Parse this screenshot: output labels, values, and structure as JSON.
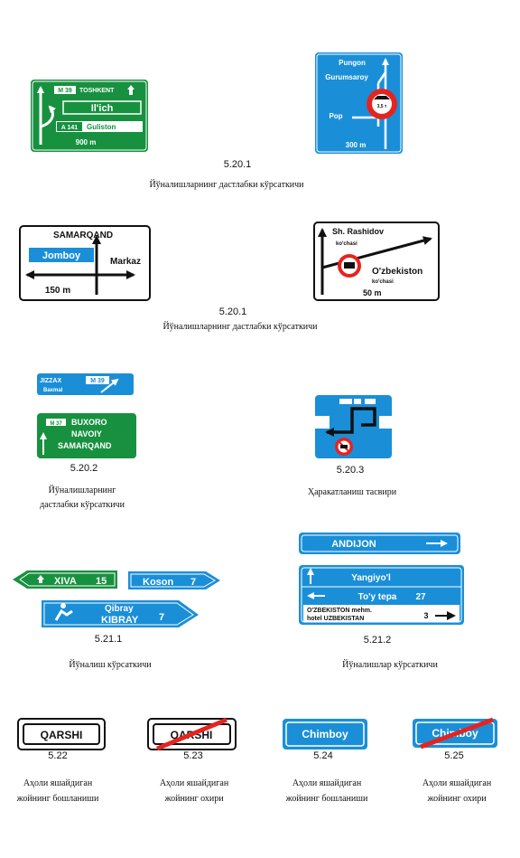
{
  "colors": {
    "green": "#17913f",
    "blue": "#1a8fd8",
    "red": "#e52420",
    "black": "#111111",
    "white": "#ffffff"
  },
  "sign_5_20_1_green": {
    "route1": "M 39",
    "dest1": "TOSHKENT",
    "dest2": "Il'ich",
    "route2": "A 141",
    "dest3": "Guliston",
    "distance": "900 m",
    "icons": [
      "airport-icon"
    ]
  },
  "sign_5_20_1_blue": {
    "dest1": "Pungon",
    "dest2": "Gurumsaroy",
    "dest3": "Pop",
    "restriction": "3,5 т",
    "distance": "300 m"
  },
  "sign_5_20_1_white": {
    "dest1": "SAMARQAND",
    "dest2": "Jomboy",
    "dest3": "Markaz",
    "distance": "150 m"
  },
  "sign_5_20_1_white2": {
    "dest1": "Sh. Rashidov",
    "dest1_sub": "ko'chasi",
    "dest2": "O'zbekiston",
    "dest2_sub": "ko'chasi",
    "distance": "50 m"
  },
  "sign_5_20_2_blue": {
    "dest1": "JIZZAX",
    "dest2": "Baxmal",
    "route": "M 39"
  },
  "sign_5_20_2_green": {
    "route": "M 37",
    "dest1": "BUXORO",
    "dest2": "NAVOIY",
    "dest3": "SAMARQAND"
  },
  "sign_5_21_1": {
    "sign1_dest": "XIVA",
    "sign1_num": "15",
    "sign2_dest": "Koson",
    "sign2_num": "7",
    "sign3_dest1": "Qibray",
    "sign3_dest2": "KIBRAY",
    "sign3_num": "7"
  },
  "sign_5_21_2": {
    "top_dest": "ANDIJON",
    "row1": "Yangiyo'l",
    "row2": "To'y tepa",
    "row2_num": "27",
    "row3_line1": "O'ZBEKISTON mehm.",
    "row3_line2": "hotel UZBEKISTAN",
    "row3_num": "3"
  },
  "signs_5_22_to_5_25": {
    "s1": "QARSHI",
    "s2": "QARSHI",
    "s3": "Chimboy",
    "s4": "Chimboy"
  },
  "captions": [
    {
      "code": "5.20.1",
      "text": "Йўналишларнинг дастлабки кўрсаткичи"
    },
    {
      "code": "5.20.1",
      "text": "Йўналишларнинг дастлабки кўрсаткичи"
    },
    {
      "code": "5.20.2",
      "text_line1": "Йўналишларнинг",
      "text_line2": "дастлабки кўрсаткичи"
    },
    {
      "code": "5.20.3",
      "text": "Ҳаракатланиш тасвири"
    },
    {
      "code": "5.21.1",
      "text": "Йўналиш кўрсаткичи"
    },
    {
      "code": "5.21.2",
      "text": "Йўналишлар кўрсаткичи"
    },
    {
      "code": "5.22",
      "text_line1": "Аҳоли яшайдиган",
      "text_line2": "жойнинг бошланиши"
    },
    {
      "code": "5.23",
      "text_line1": "Аҳоли яшайдиган",
      "text_line2": "жойнинг охири"
    },
    {
      "code": "5.24",
      "text_line1": "Аҳоли яшайдиган",
      "text_line2": "жойнинг бошланиши"
    },
    {
      "code": "5.25",
      "text_line1": "Аҳоли яшайдиган",
      "text_line2": "жойнинг охири"
    }
  ]
}
